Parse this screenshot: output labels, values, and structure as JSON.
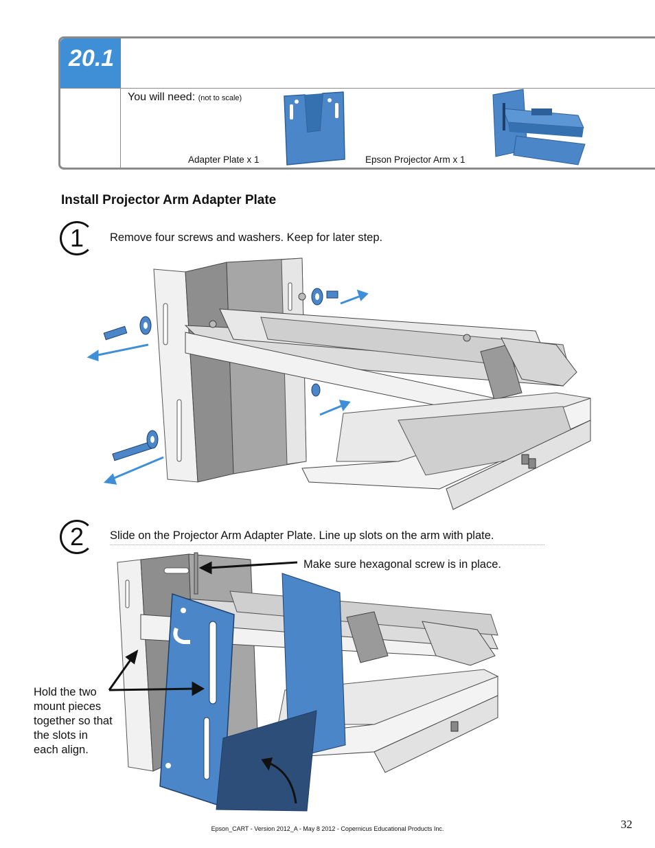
{
  "header": {
    "step_number": "20.1",
    "you_will_need": "You will need:",
    "not_to_scale": "(not to scale)",
    "items": [
      {
        "caption": "Adapter Plate x 1",
        "icon": "adapter-plate-icon"
      },
      {
        "caption": "Epson Projector Arm x 1",
        "icon": "projector-arm-icon"
      }
    ]
  },
  "section_title": "Install Projector Arm Adapter Plate",
  "steps": [
    {
      "number": "1",
      "text": "Remove four screws and washers. Keep for later step."
    },
    {
      "number": "2",
      "text": "Slide on the Projector Arm Adapter Plate. Line up slots on the arm with plate."
    }
  ],
  "annotations": {
    "hex_screw": "Make sure hexagonal screw is in place.",
    "hold_pieces": "Hold the two mount pieces together so that the slots in each align."
  },
  "footer": {
    "text": "Epson_CART - Version 2012_A - May 8 2012 - Copernicus Educational Products Inc.",
    "page_number": "32"
  },
  "colors": {
    "accent_blue": "#3f8fd6",
    "part_blue": "#4a86c8",
    "frame_gray": "#8a8a8a"
  }
}
